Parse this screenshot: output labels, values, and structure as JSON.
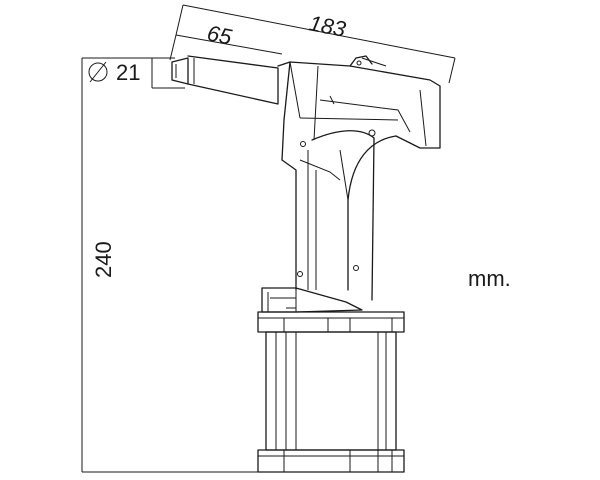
{
  "dimensions": {
    "overall_length": "183",
    "nose_length": "65",
    "nose_diameter": "21",
    "height": "240"
  },
  "symbols": {
    "diameter": "diameter-symbol-icon"
  },
  "unit_label": "mm."
}
